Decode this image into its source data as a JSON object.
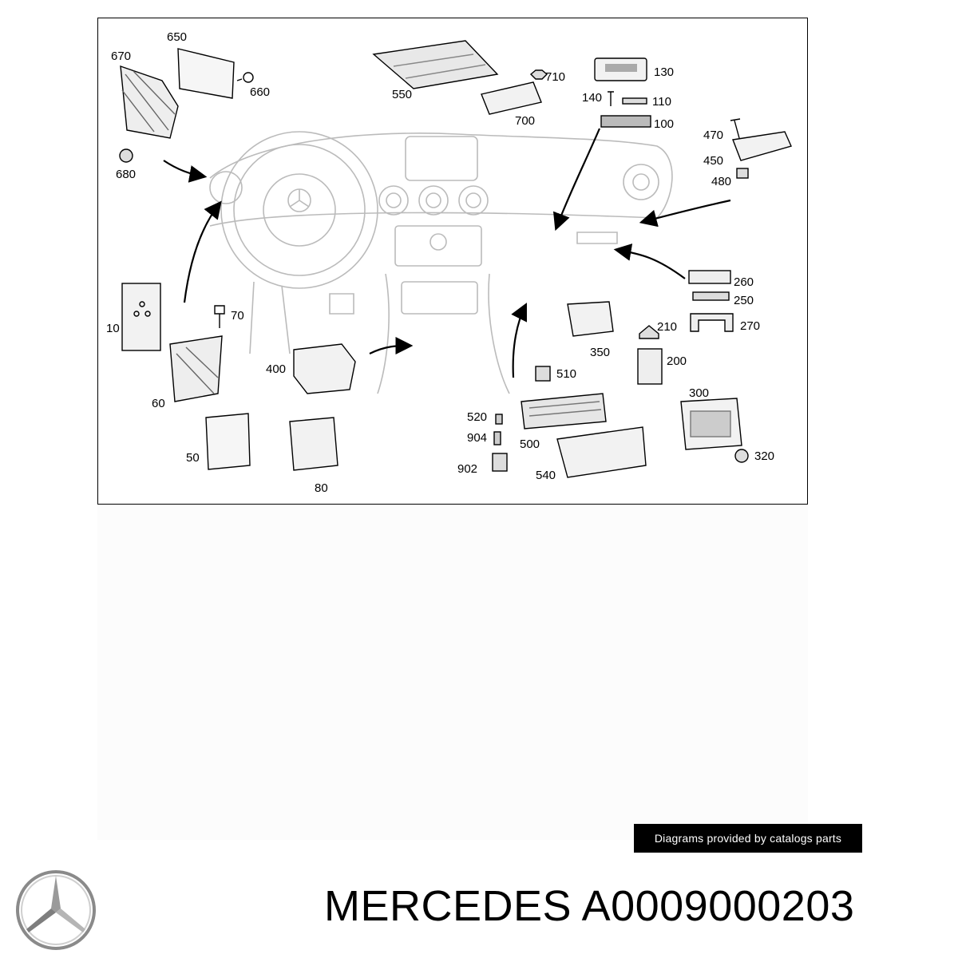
{
  "diagram": {
    "labels": [
      "650",
      "670",
      "660",
      "680",
      "550",
      "710",
      "700",
      "130",
      "140",
      "110",
      "100",
      "470",
      "450",
      "480",
      "260",
      "250",
      "270",
      "10",
      "70",
      "60",
      "50",
      "400",
      "80",
      "350",
      "210",
      "200",
      "510",
      "520",
      "904",
      "902",
      "500",
      "540",
      "300",
      "320"
    ]
  },
  "watermark": {
    "text": "Diagrams provided by catalogs parts"
  },
  "brand": {
    "title": "MERCEDES A0009000203",
    "logo_icon": "mercedes-star-icon"
  }
}
